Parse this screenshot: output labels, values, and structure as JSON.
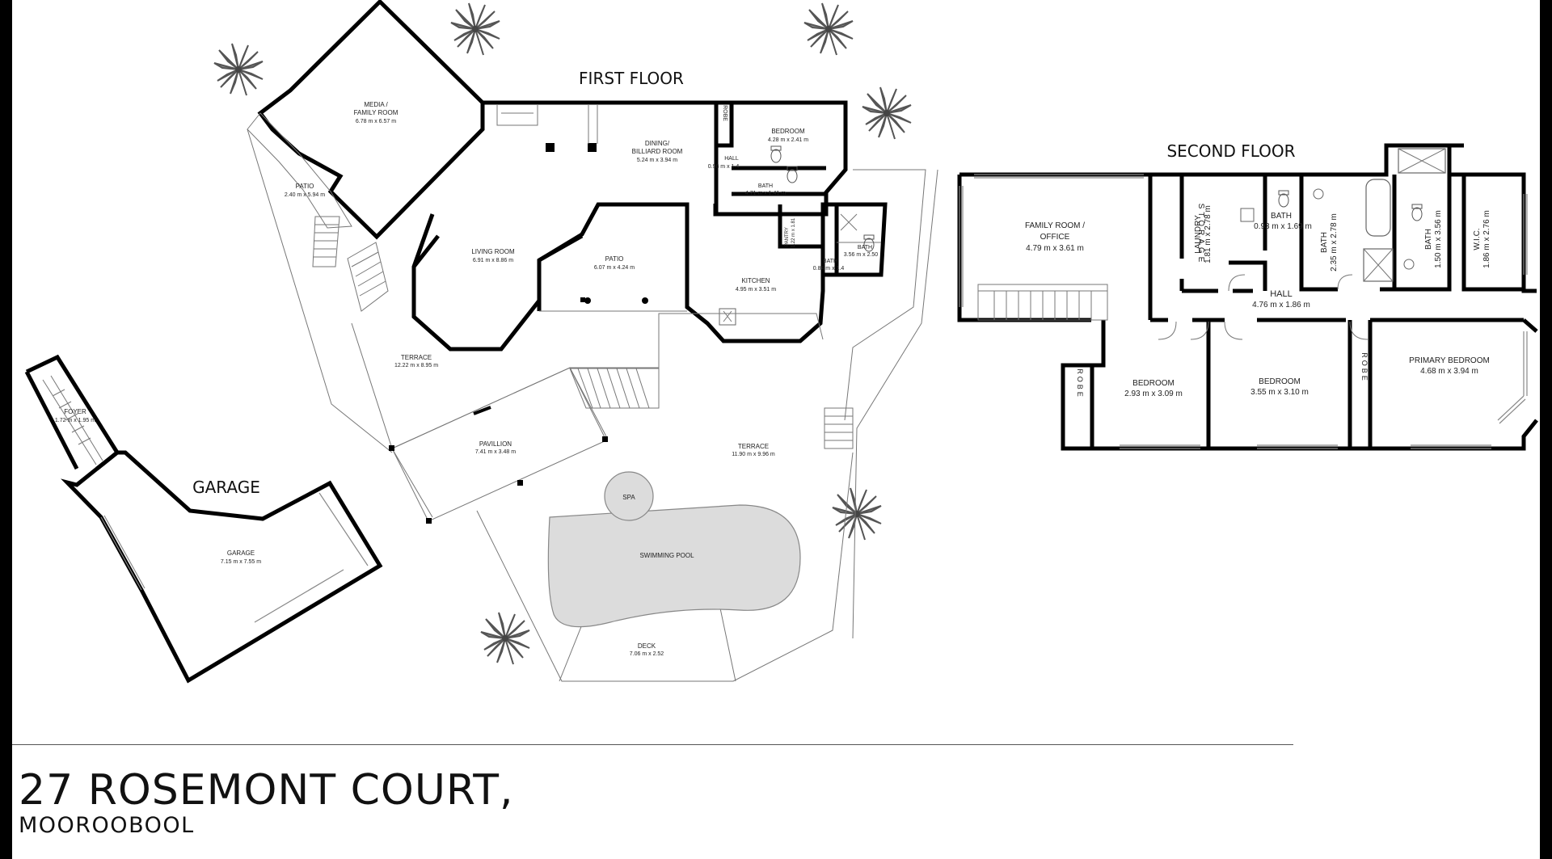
{
  "plan": {
    "first_floor_label": "FIRST FLOOR",
    "second_floor_label": "SECOND FLOOR",
    "garage_label": "GARAGE",
    "address_line": "27 ROSEMONT COURT,",
    "suburb_line": "MOOROOBOOL"
  },
  "rooms_first": {
    "media_name_1": "MEDIA /",
    "media_name_2": "FAMILY ROOM",
    "media_dims": "6.78 m x 6.57 m",
    "patio_small_name": "PATIO",
    "patio_small_dims": "2.40 m x 5.94 m",
    "dining_name_1": "DINING/",
    "dining_name_2": "BILLIARD ROOM",
    "dining_dims": "5.24 m x 3.94 m",
    "robe_label": "ROBE",
    "bedroom_name": "BEDROOM",
    "bedroom_dims": "4.28 m x 2.41 m",
    "hall_name": "HALL",
    "hall_dims": "0.98 m x 1.4",
    "bath1_name": "BATH",
    "bath1_dims": "4.71 m x 1.41 m",
    "living_name": "LIVING ROOM",
    "living_dims": "6.91 m x 8.86 m",
    "patio_name": "PATIO",
    "patio_dims": "6.07 m x 4.24 m",
    "pantry_name": "PANTRY",
    "pantry_dims": "1.22 m x 1.81",
    "bath2_name": "BATH",
    "bath2_dims": "3.56 m x 2.50",
    "bath3_name": "BATH",
    "bath3_dims": "0.84 m x 1.4",
    "kitchen_name": "KITCHEN",
    "kitchen_dims": "4.95 m x 3.51 m",
    "terrace1_name": "TERRACE",
    "terrace1_dims": "12.22 m x 8.95 m",
    "foyer_name": "FOYER",
    "foyer_dims": "1.72 m x 1.95 m",
    "pavillion_name": "PAVILLION",
    "pavillion_dims": "7.41 m x 3.48 m",
    "terrace2_name": "TERRACE",
    "terrace2_dims": "11.90 m x 9.96 m",
    "spa_name": "SPA",
    "pool_name": "SWIMMING POOL",
    "garage_name": "GARAGE",
    "garage_dims": "7.15 m x 7.55 m",
    "deck_name": "DECK",
    "deck_dims": "7.06 m x 2.52"
  },
  "rooms_second": {
    "family_name_1": "FAMILY ROOM /",
    "family_name_2": "OFFICE",
    "family_dims": "4.79 m x 3.61 m",
    "storage_label": "STORAGE",
    "laundry_name": "LAUNDRY",
    "laundry_dims": "1.81 m x 2.78 m",
    "bath_a_name": "BATH",
    "bath_a_dims": "0.93 m x 1.69 m",
    "bath_b_name": "BATH",
    "bath_b_dims": "2.35 m x 2.78 m",
    "bath_c_name": "BATH",
    "bath_c_dims": "1.50 m x 3.56 m",
    "wic_name": "W.I.C.",
    "wic_dims": "1.86 m x 2.76 m",
    "hall_name": "HALL",
    "hall_dims": "4.76 m x 1.86 m",
    "robe_left_label": "ROBE",
    "bedroom1_name": "BEDROOM",
    "bedroom1_dims": "2.93 m x 3.09 m",
    "bedroom2_name": "BEDROOM",
    "bedroom2_dims": "3.55 m x 3.10 m",
    "robe_right_label": "ROBE",
    "primary_name": "PRIMARY BEDROOM",
    "primary_dims": "4.68 m x 3.94 m"
  },
  "icons": [
    "palm-tree-icon",
    "toilet-icon",
    "bathtub-icon",
    "shower-icon",
    "sink-icon",
    "stairs-icon",
    "door-swing-icon"
  ],
  "colors": {
    "background": "#ffffff",
    "walls": "#000000",
    "pool": "#dcdcdc",
    "frame": "#000000"
  }
}
